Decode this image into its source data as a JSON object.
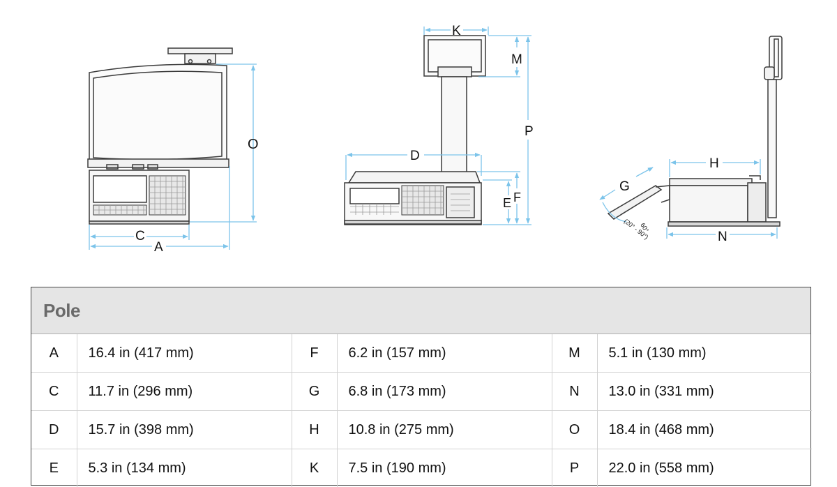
{
  "diagram": {
    "labels": {
      "front": {
        "o": "O",
        "c": "C",
        "a": "A"
      },
      "pole": {
        "k": "K",
        "m": "M",
        "p": "P",
        "d": "D",
        "e": "E",
        "f": "F"
      },
      "side": {
        "g": "G",
        "h": "H",
        "n": "N",
        "angle_60": "60°",
        "angle_range": "(20° - 90°)"
      }
    }
  },
  "spec": {
    "title": "Pole",
    "rows": [
      {
        "cells": [
          {
            "key": "A",
            "value": "16.4 in (417 mm)"
          },
          {
            "key": "F",
            "value": "6.2 in (157 mm)"
          },
          {
            "key": "M",
            "value": "5.1 in (130 mm)"
          }
        ]
      },
      {
        "cells": [
          {
            "key": "C",
            "value": "11.7 in (296 mm)"
          },
          {
            "key": "G",
            "value": "6.8 in (173 mm)"
          },
          {
            "key": "N",
            "value": "13.0 in (331 mm)"
          }
        ]
      },
      {
        "cells": [
          {
            "key": "D",
            "value": "15.7 in (398 mm)"
          },
          {
            "key": "H",
            "value": "10.8 in (275 mm)"
          },
          {
            "key": "O",
            "value": "18.4 in (468 mm)"
          }
        ]
      },
      {
        "cells": [
          {
            "key": "E",
            "value": "5.3 in (134 mm)"
          },
          {
            "key": "K",
            "value": "7.5 in (190 mm)"
          },
          {
            "key": "P",
            "value": "22.0 in (558 mm)"
          }
        ]
      }
    ]
  },
  "colors": {
    "dimension_line": "#7cc4ea",
    "outline": "#3a3a3a",
    "header_bg": "#e5e5e5",
    "title_text": "#6a6a6a"
  }
}
